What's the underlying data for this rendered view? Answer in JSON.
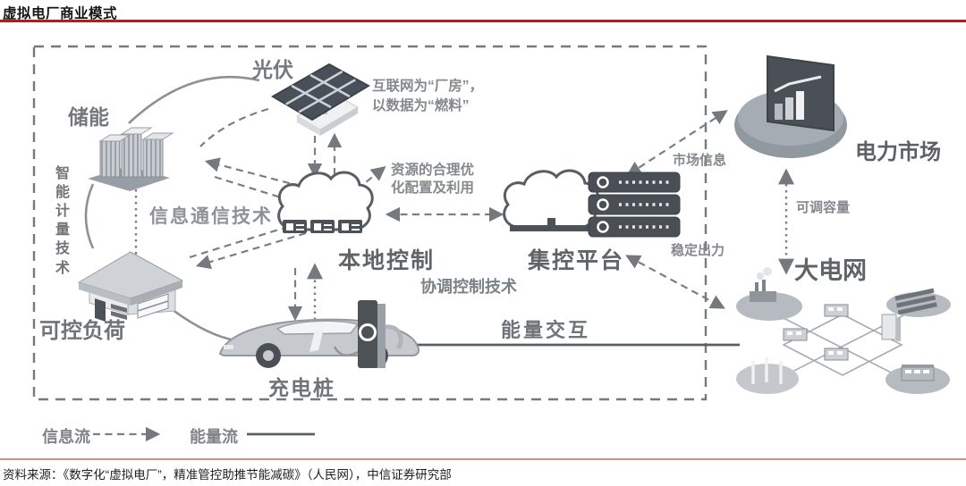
{
  "page": {
    "title": "虚拟电厂商业模式",
    "source": "资料来源：《数字化“虚拟电厂”，精准管控助推节能减碳》（人民网），中信证券研究部"
  },
  "nodes": {
    "storage": "储能",
    "pv": "光伏",
    "metering": "智能计量技术",
    "load": "可控负荷",
    "ict": "信息通信技术",
    "local_control": "本地控制",
    "central_platform": "集控平台",
    "charging_pile": "充电桩",
    "market": "电力市场",
    "grid": "大电网"
  },
  "annotations": {
    "internet_line1": "互联网为“厂房”，",
    "internet_line2": "以数据为“燃料”",
    "resource_line1": "资源的合理优",
    "resource_line2": "化配置及利用",
    "coordination": "协调控制技术",
    "energy_interaction": "能量交互",
    "market_info": "市场信息",
    "adjustable_capacity": "可调容量",
    "stable_output": "稳定出力"
  },
  "legend": {
    "info_flow": "信息流",
    "energy_flow": "能量流"
  },
  "colors": {
    "title_rule": "#b01e24",
    "source_rule": "#d08d8d",
    "flow_line": "#7a7f84",
    "dark_element": "#4a4f55"
  }
}
